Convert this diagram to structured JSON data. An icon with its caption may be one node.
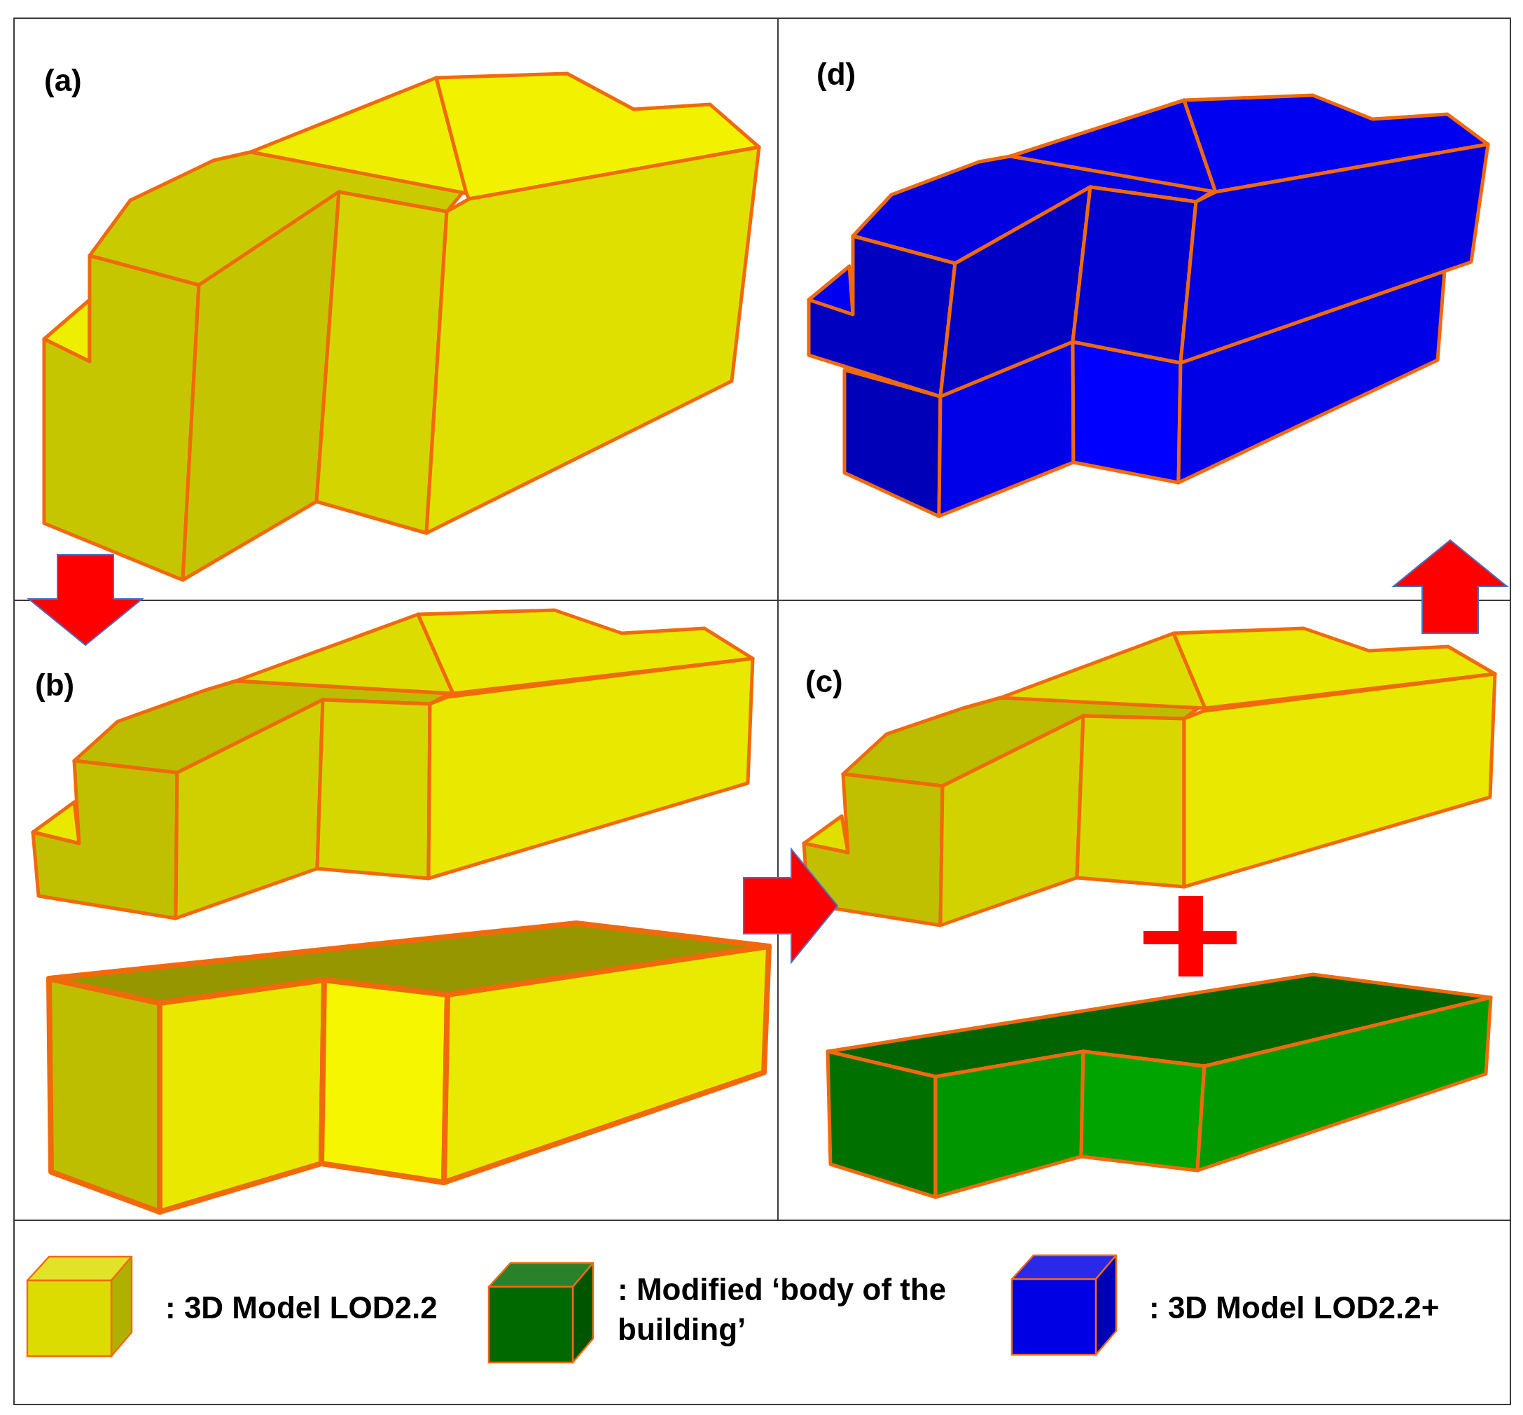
{
  "diagram": {
    "nodes": [
      {
        "text": [
          "(a)"
        ]
      },
      {
        "text": [
          "(d)"
        ]
      },
      {
        "text": [
          "(b)"
        ]
      },
      {
        "text": [
          "(c)"
        ]
      }
    ],
    "edges": [
      {
        "from": 0,
        "to": 2,
        "arrow": "to"
      },
      {
        "from": 2,
        "to": 3,
        "arrow": "to"
      },
      {
        "from": 3,
        "to": 1,
        "arrow": "to"
      }
    ],
    "legend": [
      {
        "text": ": 3D Model LOD2.2",
        "color": "#dcdc00"
      },
      {
        "text": ": Modified ‘body of the building’",
        "color": "#006a00"
      },
      {
        "text": ": 3D Model LOD2.2+",
        "color": "#0000e4"
      }
    ]
  }
}
